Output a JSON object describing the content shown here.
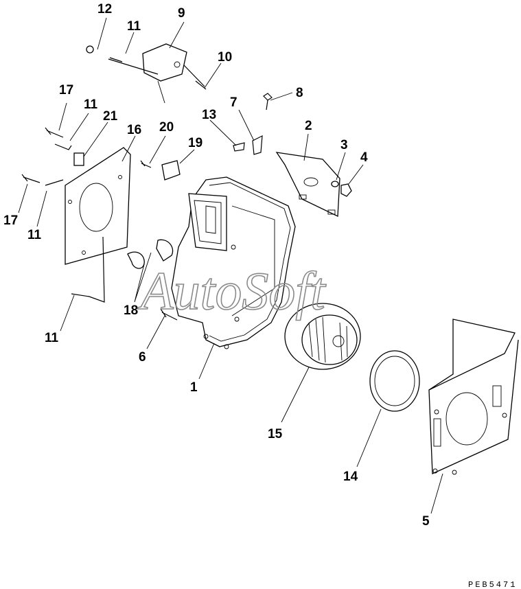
{
  "diagram": {
    "watermark": "AutoSoft",
    "drawing_code": "PEB5471",
    "callouts": [
      {
        "id": "c1",
        "label": "1"
      },
      {
        "id": "c2",
        "label": "2"
      },
      {
        "id": "c3",
        "label": "3"
      },
      {
        "id": "c4",
        "label": "4"
      },
      {
        "id": "c5",
        "label": "5"
      },
      {
        "id": "c6",
        "label": "6"
      },
      {
        "id": "c7",
        "label": "7"
      },
      {
        "id": "c8",
        "label": "8"
      },
      {
        "id": "c9",
        "label": "9"
      },
      {
        "id": "c10",
        "label": "10"
      },
      {
        "id": "c11a",
        "label": "11"
      },
      {
        "id": "c11b",
        "label": "11"
      },
      {
        "id": "c11c",
        "label": "11"
      },
      {
        "id": "c11d",
        "label": "11"
      },
      {
        "id": "c12",
        "label": "12"
      },
      {
        "id": "c13",
        "label": "13"
      },
      {
        "id": "c14",
        "label": "14"
      },
      {
        "id": "c15",
        "label": "15"
      },
      {
        "id": "c16",
        "label": "16"
      },
      {
        "id": "c17a",
        "label": "17"
      },
      {
        "id": "c17b",
        "label": "17"
      },
      {
        "id": "c18",
        "label": "18"
      },
      {
        "id": "c19",
        "label": "19"
      },
      {
        "id": "c20",
        "label": "20"
      },
      {
        "id": "c21",
        "label": "21"
      }
    ]
  }
}
